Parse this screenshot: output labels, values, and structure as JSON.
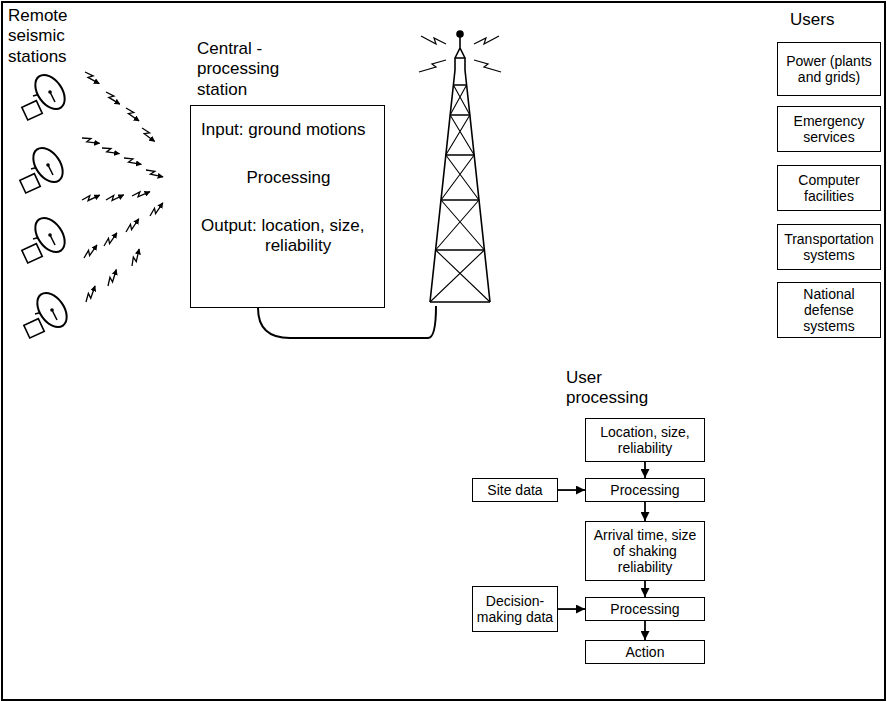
{
  "diagram": {
    "nodes": [
      {
        "text": [
          "Central - processing station",
          "Input: ground motions",
          "Processing",
          "Output: location, size, reliability"
        ]
      },
      {
        "text": [
          "Power (plants and grids)"
        ]
      },
      {
        "text": [
          "Emergency services"
        ]
      },
      {
        "text": [
          "Computer facilities"
        ]
      },
      {
        "text": [
          "Transportation systems"
        ]
      },
      {
        "text": [
          "National defense systems"
        ]
      },
      {
        "text": [
          "Location, size, reliability"
        ]
      },
      {
        "text": [
          "Site data"
        ]
      },
      {
        "text": [
          "Processing"
        ]
      },
      {
        "text": [
          "Arrival time, size of shaking reliability"
        ]
      },
      {
        "text": [
          "Decision-making data"
        ]
      },
      {
        "text": [
          "Processing"
        ]
      },
      {
        "text": [
          "Action"
        ]
      }
    ],
    "edges": [
      {
        "from": 6,
        "to": 8,
        "arrow": "to"
      },
      {
        "from": 7,
        "to": 8,
        "arrow": "to"
      },
      {
        "from": 8,
        "to": 9,
        "arrow": "to"
      },
      {
        "from": 9,
        "to": 11,
        "arrow": "to"
      },
      {
        "from": 10,
        "to": 11,
        "arrow": "to"
      },
      {
        "from": 11,
        "to": 12,
        "arrow": "to"
      }
    ],
    "labels": [
      "Remote seismic stations",
      "Users",
      "User processing"
    ]
  }
}
